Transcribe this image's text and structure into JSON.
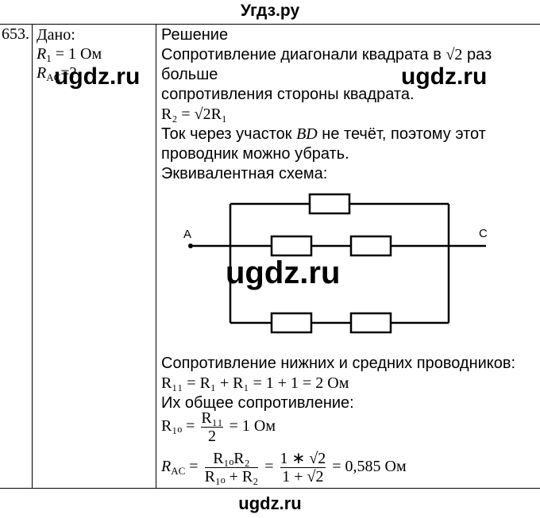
{
  "site": {
    "top_title": "Угдз.ру",
    "bottom_title": "ugdz.ru",
    "watermark": "ugdz.ru"
  },
  "problem_number": "653.",
  "given": {
    "heading": "Дано:",
    "r1_label": "R",
    "r1_sub": "1",
    "r1_value": " = 1 Ом",
    "rac_label": "R",
    "rac_sub": "AC",
    "rac_value": "=?"
  },
  "solution": {
    "heading": "Решение",
    "line1_a": "Сопротивление диагонали квадрата в ",
    "line1_sqrt": "√2",
    "line1_b": " раз больше",
    "line2": "сопротивления стороны квадрата.",
    "r2_formula": "R₂ = √2R₁",
    "line3_a": "Ток через участок ",
    "line3_bd": "BD",
    "line3_b": " не течёт, поэтому этот",
    "line4": "проводник можно убрать.",
    "line5": "Эквивалентная схема:",
    "line6": "Сопротивление нижних и средних проводников:",
    "r11_formula": "R₁₁ = R₁ + R₁ = 1 + 1 = 2 Ом",
    "line7": "Их общее сопротивление:",
    "r1o_left": "R₁ₒ =",
    "r1o_num": "R₁₁",
    "r1o_den": "2",
    "r1o_right": "= 1 Ом",
    "rac_left": "R",
    "rac_sub": "AC",
    "rac_eq": " =",
    "rac_num1": "R₁ₒR₂",
    "rac_den1": "R₁ₒ + R₂",
    "rac_num2": "1 ∗ √2",
    "rac_den2": "1 + √2",
    "rac_result": "= 0,585 Ом"
  },
  "circuit": {
    "label_a": "A",
    "label_c": "C"
  }
}
